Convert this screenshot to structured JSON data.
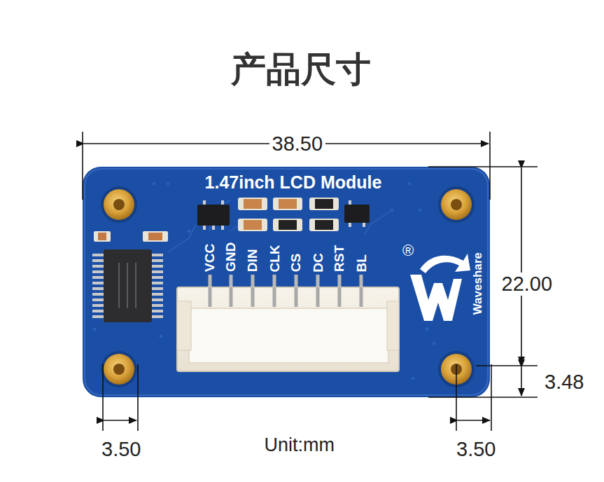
{
  "diagram": {
    "title": "产品尺寸",
    "nodes": [
      {
        "text": [
          "1.47inch LCD Module"
        ]
      }
    ],
    "labels": [
      "VCC",
      "GND",
      "DIN",
      "CLK",
      "CS",
      "DC",
      "RST",
      "BL",
      "Waveshare",
      "®",
      "38.50",
      "22.00",
      "3.48",
      "3.50",
      "Unit:mm",
      "3.50"
    ]
  }
}
